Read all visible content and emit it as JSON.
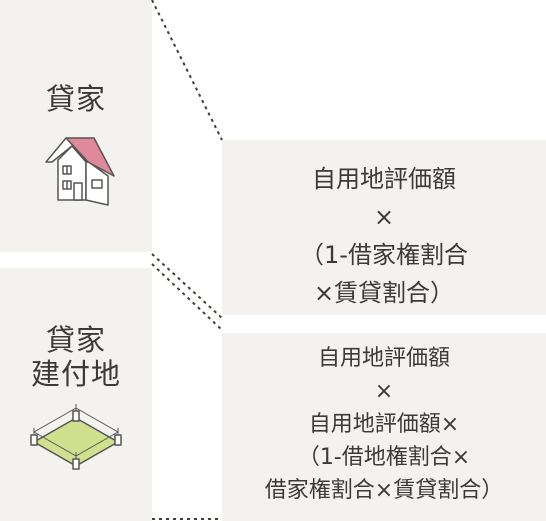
{
  "rental_house": {
    "label": "貸家",
    "formula": [
      "自用地評価額",
      "×",
      "（1-借家権割合",
      "×賃貸割合）"
    ]
  },
  "rental_land": {
    "label_lines": [
      "貸家",
      "建付地"
    ],
    "formula": [
      "自用地評価額",
      "×",
      "自用地評価額×",
      "（1-借地権割合×",
      "借家権割合×賃貸割合）"
    ]
  },
  "colors": {
    "panel": "#f4f2ee",
    "roof": "#e0899a",
    "lawn": "#cfe08e",
    "text": "#3a3a3a"
  }
}
